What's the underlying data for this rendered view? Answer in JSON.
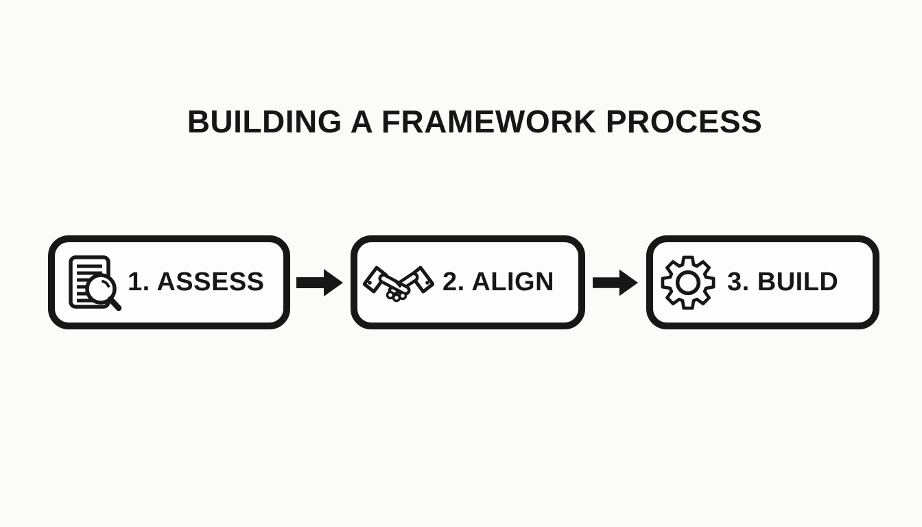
{
  "title": "BUILDING A FRAMEWORK PROCESS",
  "steps": [
    {
      "number": "1",
      "label": "1. ASSESS",
      "icon": "document-search-icon"
    },
    {
      "number": "2",
      "label": "2. ALIGN",
      "icon": "handshake-icon"
    },
    {
      "number": "3",
      "label": "3. BUILD",
      "icon": "gear-icon"
    }
  ],
  "arrows": [
    {
      "icon": "right-arrow-icon",
      "direction": "right"
    },
    {
      "icon": "right-arrow-icon",
      "direction": "right"
    }
  ],
  "colors": {
    "ink": "#171717",
    "background": "#fbfbfa",
    "box_fill": "#fdfdfd"
  }
}
